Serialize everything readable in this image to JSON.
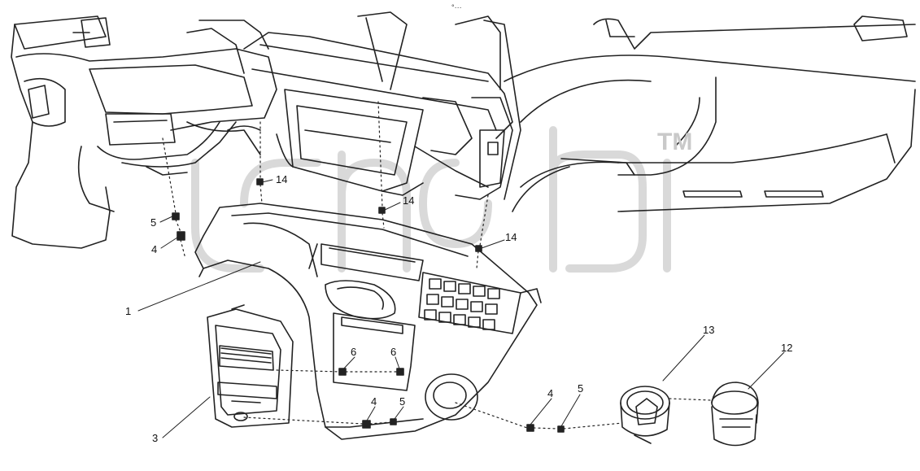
{
  "header": {
    "top_mark": "°···"
  },
  "watermark": {
    "trademark": "TM"
  },
  "callouts": {
    "c1": "1",
    "c3": "3",
    "c4a": "4",
    "c4b": "4",
    "c4c": "4",
    "c5a": "5",
    "c5b": "5",
    "c5c": "5",
    "c6a": "6",
    "c6b": "6",
    "c12": "12",
    "c13": "13",
    "c14a": "14",
    "c14b": "14",
    "c14c": "14"
  }
}
